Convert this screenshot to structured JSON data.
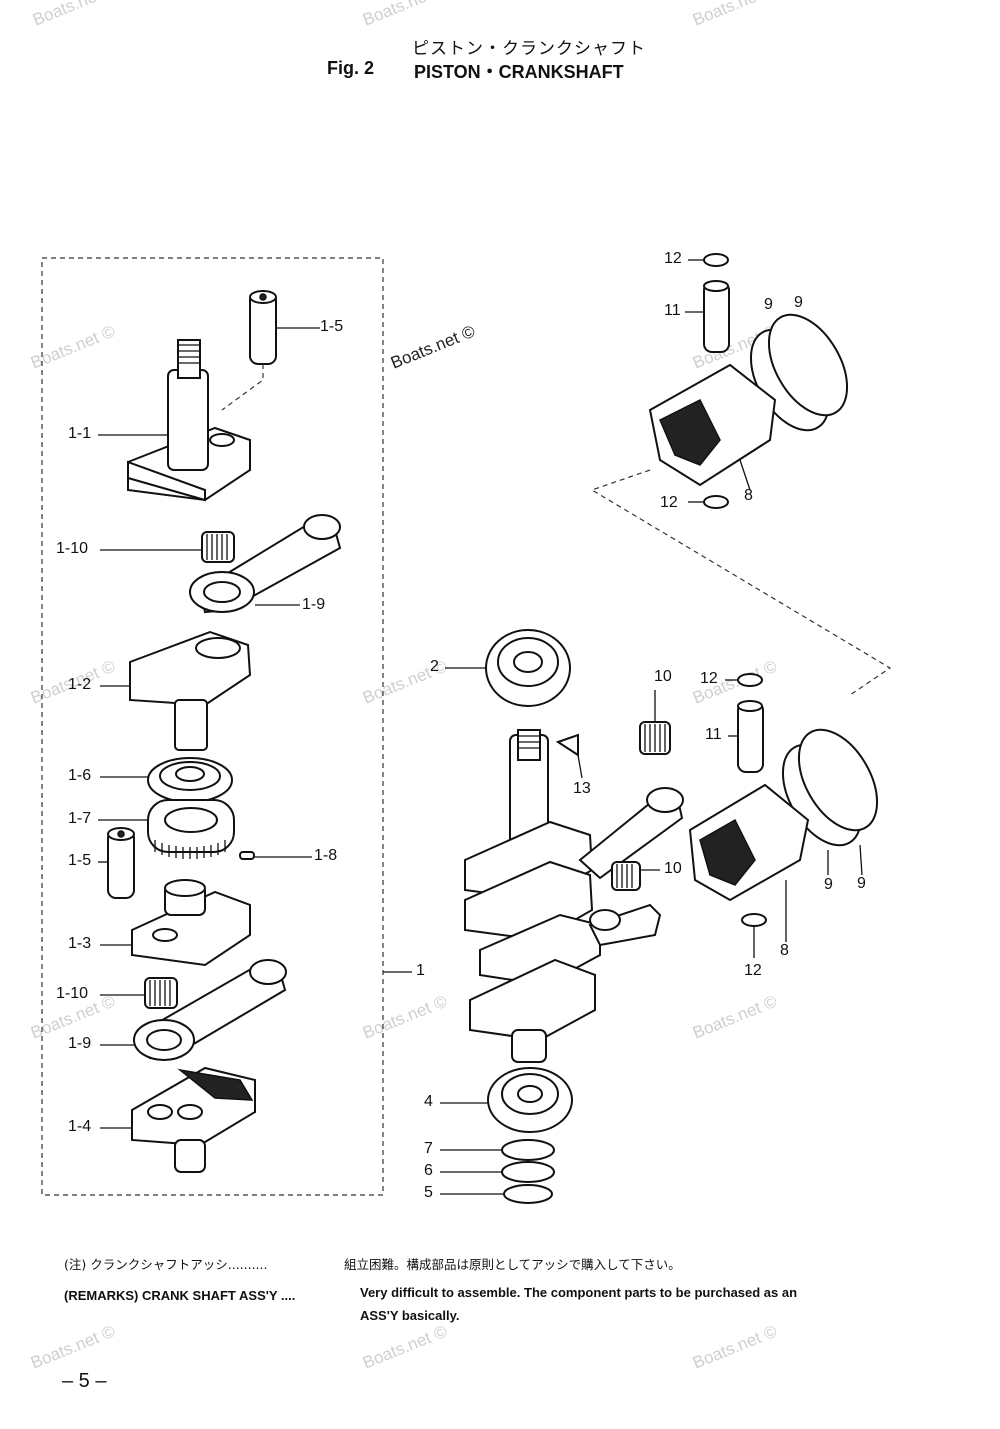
{
  "header": {
    "title_jp": "ピストン・クランクシャフト",
    "fig_label": "Fig. 2",
    "title_en": "PISTON・CRANKSHAFT"
  },
  "watermark": {
    "text": "Boats.net ©"
  },
  "callouts": {
    "l_1_5_top": "1-5",
    "l_1_1": "1-1",
    "l_1_10_top": "1-10",
    "l_1_9_top": "1-9",
    "l_1_2": "1-2",
    "l_1_6": "1-6",
    "l_1_7": "1-7",
    "l_1_5_bot": "1-5",
    "l_1_8": "1-8",
    "l_1_3": "1-3",
    "l_1_10_bot": "1-10",
    "l_1_9_bot": "1-9",
    "l_1_4": "1-4",
    "l_1": "1",
    "l_2": "2",
    "l_4": "4",
    "l_7": "7",
    "l_6": "6",
    "l_5": "5",
    "l_13": "13",
    "l_10_top": "10",
    "l_10_bot": "10",
    "l_12_top_a": "12",
    "l_11_a": "11",
    "l_9_a1": "9",
    "l_9_a2": "9",
    "l_12_bot_a": "12",
    "l_8_a": "8",
    "l_12_top_b": "12",
    "l_11_b": "11",
    "l_9_b1": "9",
    "l_9_b2": "9",
    "l_8_b": "8",
    "l_12_bot_b": "12"
  },
  "notes": {
    "jp_prefix": "(注) クランクシャフトアッシ..........",
    "jp_text": "組立困難。構成部品は原則としてアッシで購入して下さい。",
    "remarks_prefix": "(REMARKS) CRANK SHAFT ASS'Y ....",
    "remarks_text_1": "Very difficult to assemble. The component parts to be purchased as an",
    "remarks_text_2": "ASS'Y basically."
  },
  "page_number": "– 5 –"
}
